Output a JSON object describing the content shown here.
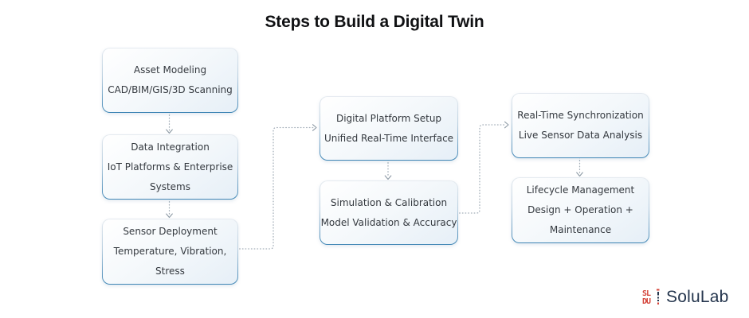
{
  "title": "Steps to Build a Digital Twin",
  "diagram": {
    "steps": [
      {
        "id": "asset-modeling",
        "lines": [
          "Asset Modeling",
          "CAD/BIM/GIS/3D Scanning"
        ]
      },
      {
        "id": "data-integration",
        "lines": [
          "Data Integration",
          "IoT Platforms & Enterprise",
          "Systems"
        ]
      },
      {
        "id": "sensor-deployment",
        "lines": [
          "Sensor Deployment",
          "Temperature, Vibration,",
          "Stress"
        ]
      },
      {
        "id": "digital-platform-setup",
        "lines": [
          "Digital Platform Setup",
          "Unified Real-Time Interface"
        ]
      },
      {
        "id": "simulation-calibration",
        "lines": [
          "Simulation & Calibration",
          "Model Validation & Accuracy"
        ]
      },
      {
        "id": "real-time-sync",
        "lines": [
          "Real-Time Synchronization",
          "Live Sensor Data Analysis"
        ]
      },
      {
        "id": "lifecycle-management",
        "lines": [
          "Lifecycle Management",
          "Design + Operation +",
          "Maintenance"
        ]
      }
    ],
    "edges": [
      {
        "from": "asset-modeling",
        "to": "data-integration"
      },
      {
        "from": "data-integration",
        "to": "sensor-deployment"
      },
      {
        "from": "sensor-deployment",
        "to": "digital-platform-setup"
      },
      {
        "from": "digital-platform-setup",
        "to": "simulation-calibration"
      },
      {
        "from": "simulation-calibration",
        "to": "real-time-sync"
      },
      {
        "from": "real-time-sync",
        "to": "lifecycle-management"
      }
    ]
  },
  "logo": {
    "text": "SoluLab",
    "mark_top": "SL",
    "mark_bottom": "DU"
  },
  "colors": {
    "background": "#ffffff",
    "title_text": "#101113",
    "box_text": "#34393f",
    "box_border_bottom": "#3e85b5",
    "box_border_top": "#e6ebf0",
    "box_fill_start": "#ffffff",
    "box_fill_end": "#e6eff7",
    "connector": "#a3aeb8",
    "arrowhead": "#8d9aa5",
    "logo_red": "#d4443a",
    "logo_navy": "#25364e"
  }
}
